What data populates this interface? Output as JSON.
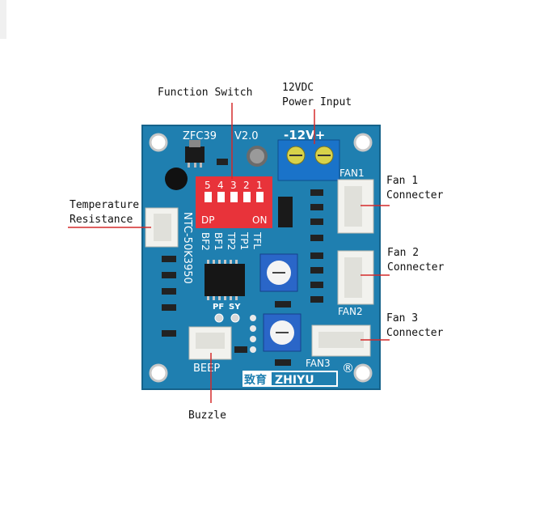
{
  "labels": {
    "function_switch": "Function Switch",
    "power_line1": "12VDC",
    "power_line2": "Power Input",
    "fan1_line1": "Fan 1",
    "fan1_line2": "Connecter",
    "fan2_line1": "Fan 2",
    "fan2_line2": "Connecter",
    "fan3_line1": "Fan 3",
    "fan3_line2": "Connecter",
    "temp_line1": "Temperature",
    "temp_line2": "Resistance",
    "buzzle": "Buzzle"
  },
  "board": {
    "model": "ZFC39",
    "version": "V2.0",
    "power_marking": "-12V+",
    "fan1": "FAN1",
    "fan2": "FAN2",
    "fan3": "FAN3",
    "beep": "BEEP",
    "ntc": "NTC-50K3950",
    "switch_numbers": [
      "5",
      "4",
      "3",
      "2",
      "1"
    ],
    "switch_dp": "DP",
    "switch_on": "ON",
    "switch_functions": [
      "BF2",
      "BF1",
      "TP2",
      "TP1",
      "TFL"
    ],
    "pf": "PF",
    "sy": "SY",
    "brand_cn": "致育",
    "brand_en": "ZHIYU",
    "registered": "®"
  },
  "colors": {
    "pcb": "#1f7fb0",
    "switch": "#e8333a",
    "leader_line": "#d42a2a",
    "terminal": "#1a73c9"
  }
}
